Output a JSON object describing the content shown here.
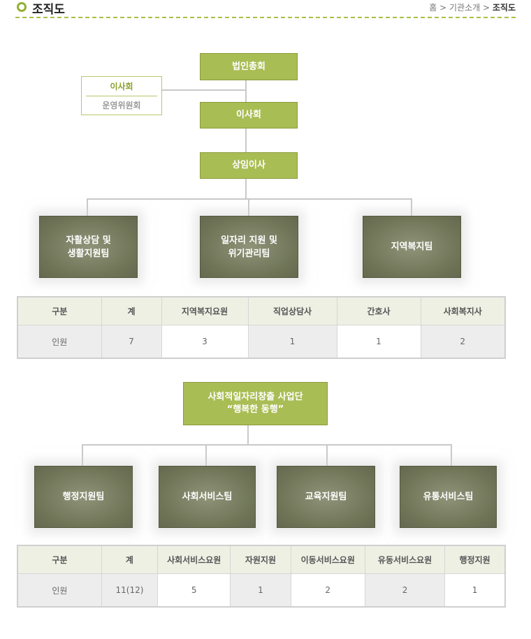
{
  "header": {
    "title": "조직도",
    "breadcrumb": {
      "home": "홈",
      "sep1": ">",
      "section": "기관소개",
      "sep2": ">",
      "current": "조직도"
    }
  },
  "org1": {
    "top": "법인총회",
    "board": "이사회",
    "side_top": "이사회",
    "side_bottom": "운영위원회",
    "director": "상임이사",
    "teams": [
      "자활상담 및\n생활지원팀",
      "일자리 지원 및\n위기관리팀",
      "지역복지팀"
    ]
  },
  "table1": {
    "headers": [
      "구분",
      "계",
      "지역복지요원",
      "직업상담사",
      "간호사",
      "사회복지사"
    ],
    "row": [
      "인원",
      "7",
      "3",
      "1",
      "1",
      "2"
    ]
  },
  "org2": {
    "top_line1": "사회적일자리창출 사업단",
    "top_line2": "“행복한 동행”",
    "teams": [
      "행정지원팀",
      "사회서비스팀",
      "교육지원팀",
      "유통서비스팀"
    ]
  },
  "table2": {
    "headers": [
      "구분",
      "계",
      "사회서비스요원",
      "자원지원",
      "이동서비스요원",
      "유동서비스요원",
      "행정지원"
    ],
    "row": [
      "인원",
      "11(12)",
      "5",
      "1",
      "2",
      "2",
      "1"
    ]
  },
  "colors": {
    "accent": "#a9bd55",
    "team_box": "#6f7457",
    "divider": "#a8c044"
  }
}
